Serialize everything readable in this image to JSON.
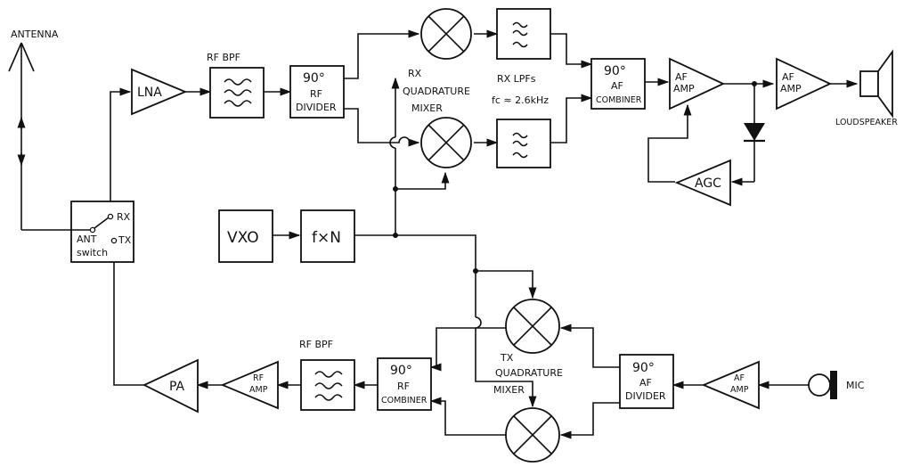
{
  "antenna": {
    "label": "ANTENNA"
  },
  "ant_switch": {
    "rx": "RX",
    "tx": "TX",
    "ant": "ANT",
    "switch": "switch"
  },
  "rx": {
    "lna": "LNA",
    "rf_bpf_label": "RF  BPF",
    "rf_divider": {
      "deg": "90°",
      "l1": "RF",
      "l2": "DIVIDER"
    },
    "mixer_label": {
      "l1": "RX",
      "l2": "QUADRATURE",
      "l3": "MIXER"
    },
    "lpf_label": {
      "l1": "RX  LPFs",
      "l2": "fc ≈ 2.6kHz"
    },
    "af_combiner": {
      "deg": "90°",
      "l1": "AF",
      "l2": "COMBINER"
    },
    "af_amp1": {
      "l1": "AF",
      "l2": "AMP"
    },
    "af_amp2": {
      "l1": "AF",
      "l2": "AMP"
    },
    "agc": "AGC",
    "loudspeaker": "LOUDSPEAKER"
  },
  "lo": {
    "vxo": "VXO",
    "mult": "f×N"
  },
  "tx": {
    "mixer_label": {
      "l1": "TX",
      "l2": "QUADRATURE",
      "l3": "MIXER"
    },
    "af_divider": {
      "deg": "90°",
      "l1": "AF",
      "l2": "DIVIDER"
    },
    "af_amp": {
      "l1": "AF",
      "l2": "AMP"
    },
    "mic": "MIC",
    "rf_combiner": {
      "deg": "90°",
      "l1": "RF",
      "l2": "COMBINER"
    },
    "rf_bpf_label": "RF BPF",
    "rf_amp": {
      "l1": "RF",
      "l2": "AMP"
    },
    "pa": "PA"
  }
}
